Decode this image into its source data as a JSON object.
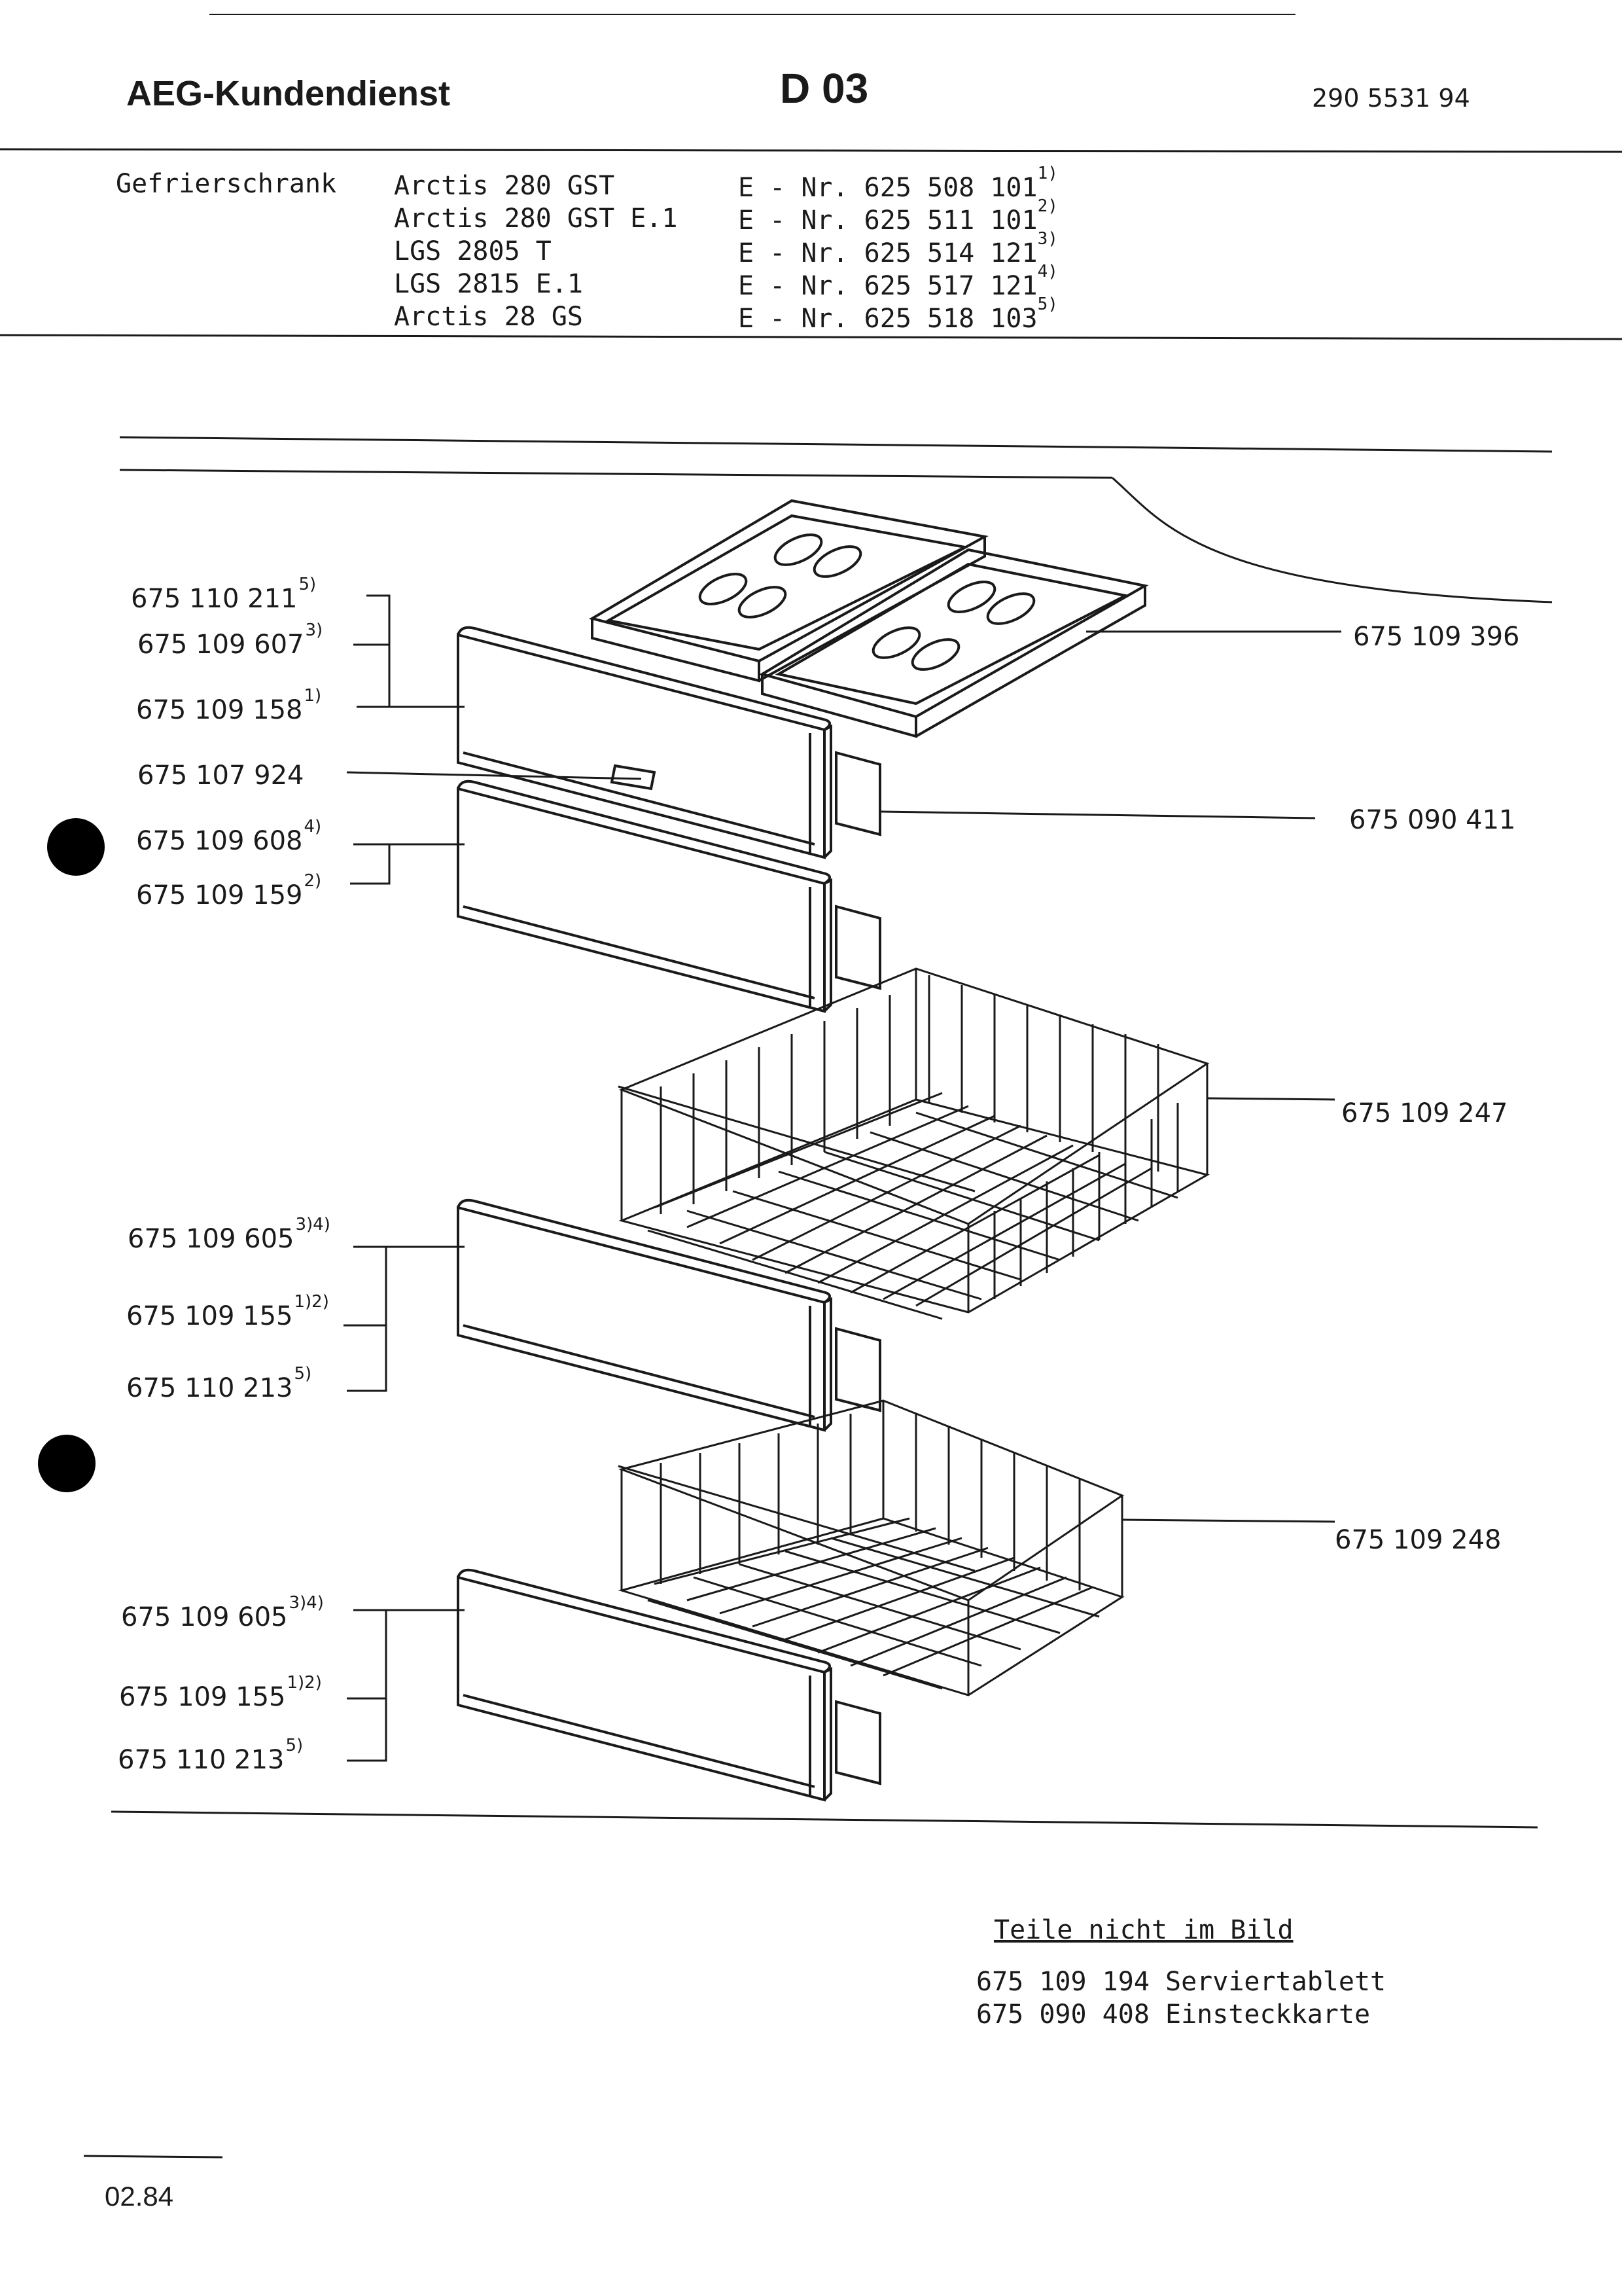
{
  "header": {
    "title": "AEG-Kundendienst",
    "code": "D 03",
    "doc_number": "290 5531 94"
  },
  "models": {
    "category": "Gefrierschrank",
    "rows": [
      {
        "name": "Arctis 280 GST",
        "enr": "E - Nr. 625 508 101",
        "note": "1)"
      },
      {
        "name": "Arctis 280 GST E.1",
        "enr": "E - Nr. 625 511 101",
        "note": "2)"
      },
      {
        "name": "LGS 2805 T",
        "enr": "E - Nr. 625 514 121",
        "note": "3)"
      },
      {
        "name": "LGS 2815 E.1",
        "enr": "E - Nr. 625 517 121",
        "note": "4)"
      },
      {
        "name": "Arctis 28 GS",
        "enr": "E - Nr. 625 518 103",
        "note": "5)"
      }
    ]
  },
  "parts": {
    "left": [
      {
        "number": "675 110 211",
        "note": "5)"
      },
      {
        "number": "675 109 607",
        "note": "3)"
      },
      {
        "number": "675 109 158",
        "note": "1)"
      },
      {
        "number": "675 107 924",
        "note": ""
      },
      {
        "number": "675 109 608",
        "note": "4)"
      },
      {
        "number": "675 109 159",
        "note": "2)"
      },
      {
        "number": "675 109 605",
        "note": "3)4)"
      },
      {
        "number": "675 109 155",
        "note": "1)2)"
      },
      {
        "number": "675 110 213",
        "note": "5)"
      },
      {
        "number": "675 109 605",
        "note": "3)4)"
      },
      {
        "number": "675 109 155",
        "note": "1)2)"
      },
      {
        "number": "675 110 213",
        "note": "5)"
      }
    ],
    "right": [
      {
        "number": "675 109 396"
      },
      {
        "number": "675 090 411"
      },
      {
        "number": "675 109 247"
      },
      {
        "number": "675 109 248"
      }
    ]
  },
  "not_shown": {
    "heading": "Teile nicht im Bild",
    "items": [
      {
        "text": "675 109 194 Serviertablett"
      },
      {
        "text": "675 090 408 Einsteckkarte"
      }
    ]
  },
  "date": "02.84"
}
